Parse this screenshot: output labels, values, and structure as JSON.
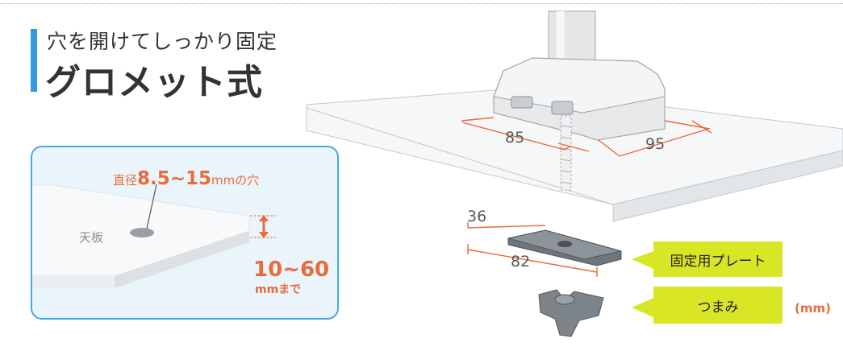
{
  "heading": {
    "subtitle": "穴を開けてしっかり固定",
    "title": "グロメット式"
  },
  "inset": {
    "hole_prefix": "直径",
    "hole_size": "8.5~15",
    "hole_suffix": "mmの穴",
    "tabletop_label": "天板",
    "thickness_value": "10~60",
    "thickness_unit": "mmまで"
  },
  "dimensions": {
    "base_depth": "85",
    "base_width": "95",
    "plate_width": "36",
    "plate_length": "82"
  },
  "callouts": {
    "plate": "固定用プレート",
    "knob": "つまみ"
  },
  "unit_note": "(mm)",
  "colors": {
    "accent_blue": "#2f9ae0",
    "dimension_orange": "#ea6a3c",
    "callout_lime": "#d9e626",
    "inset_background": "#e9f5fb"
  }
}
